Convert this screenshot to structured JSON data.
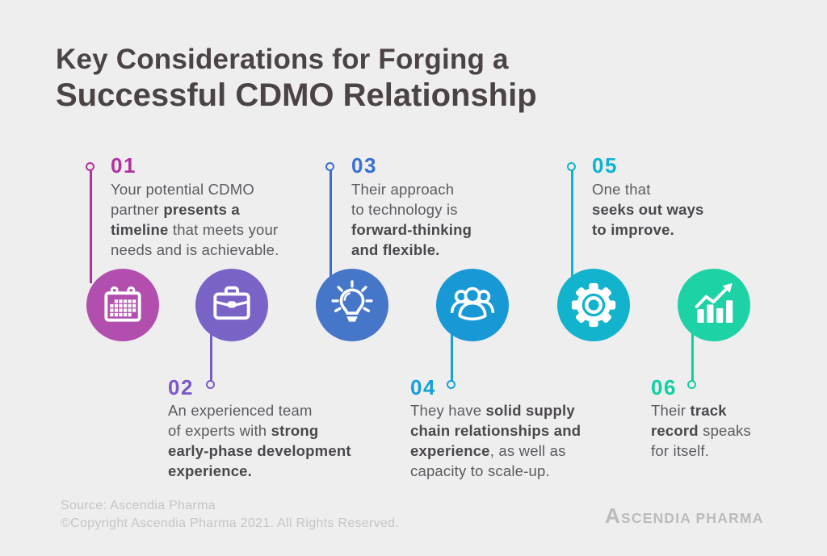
{
  "title": {
    "line1": "Key Considerations for Forging a",
    "line2": "Successful CDMO Relationship"
  },
  "items": [
    {
      "number": "01",
      "icon": "calendar-icon",
      "accent": "#b2309e",
      "circle_fill": "#b24fae",
      "lines": [
        [
          {
            "t": "Your potential CDMO"
          }
        ],
        [
          {
            "t": "partner "
          },
          {
            "t": "presents a",
            "b": true
          }
        ],
        [
          {
            "t": "timeline",
            "b": true
          },
          {
            "t": " that meets your"
          }
        ],
        [
          {
            "t": "needs and is achievable."
          }
        ]
      ]
    },
    {
      "number": "02",
      "icon": "briefcase-icon",
      "accent": "#7a5ac8",
      "circle_fill": "#7a63c6",
      "lines": [
        [
          {
            "t": "An experienced team"
          }
        ],
        [
          {
            "t": "of experts with "
          },
          {
            "t": "strong",
            "b": true
          }
        ],
        [
          {
            "t": "early-phase development",
            "b": true
          }
        ],
        [
          {
            "t": "experience.",
            "b": true
          }
        ]
      ]
    },
    {
      "number": "03",
      "icon": "lightbulb-icon",
      "accent": "#3a6ed2",
      "circle_fill": "#4576c8",
      "lines": [
        [
          {
            "t": "Their approach"
          }
        ],
        [
          {
            "t": "to technology is"
          }
        ],
        [
          {
            "t": "forward-thinking",
            "b": true
          }
        ],
        [
          {
            "t": "and flexible.",
            "b": true
          }
        ]
      ]
    },
    {
      "number": "04",
      "icon": "team-icon",
      "accent": "#14a0da",
      "circle_fill": "#1899d6",
      "lines": [
        [
          {
            "t": "They have "
          },
          {
            "t": "solid supply",
            "b": true
          }
        ],
        [
          {
            "t": "chain relationships and",
            "b": true
          }
        ],
        [
          {
            "t": "experience",
            "b": true
          },
          {
            "t": ", as well as"
          }
        ],
        [
          {
            "t": "capacity to scale-up."
          }
        ]
      ]
    },
    {
      "number": "05",
      "icon": "gear-icon",
      "accent": "#0cb4d0",
      "circle_fill": "#12b3cd",
      "lines": [
        [
          {
            "t": "One that"
          }
        ],
        [
          {
            "t": "seeks out ways",
            "b": true
          }
        ],
        [
          {
            "t": "to improve.",
            "b": true
          }
        ]
      ]
    },
    {
      "number": "06",
      "icon": "growth-chart-icon",
      "accent": "#0ed0a2",
      "circle_fill": "#1dd2a5",
      "lines": [
        [
          {
            "t": "Their "
          },
          {
            "t": "track",
            "b": true
          }
        ],
        [
          {
            "t": "record",
            "b": true
          },
          {
            "t": " speaks"
          }
        ],
        [
          {
            "t": "for itself."
          }
        ]
      ]
    }
  ],
  "footer": {
    "source": "Source: Ascendia Pharma",
    "copyright": "©Copyright Ascendia Pharma 2021. All Rights Reserved.",
    "logo_initial": "A",
    "logo_rest": "SCENDIA PHARMA"
  }
}
